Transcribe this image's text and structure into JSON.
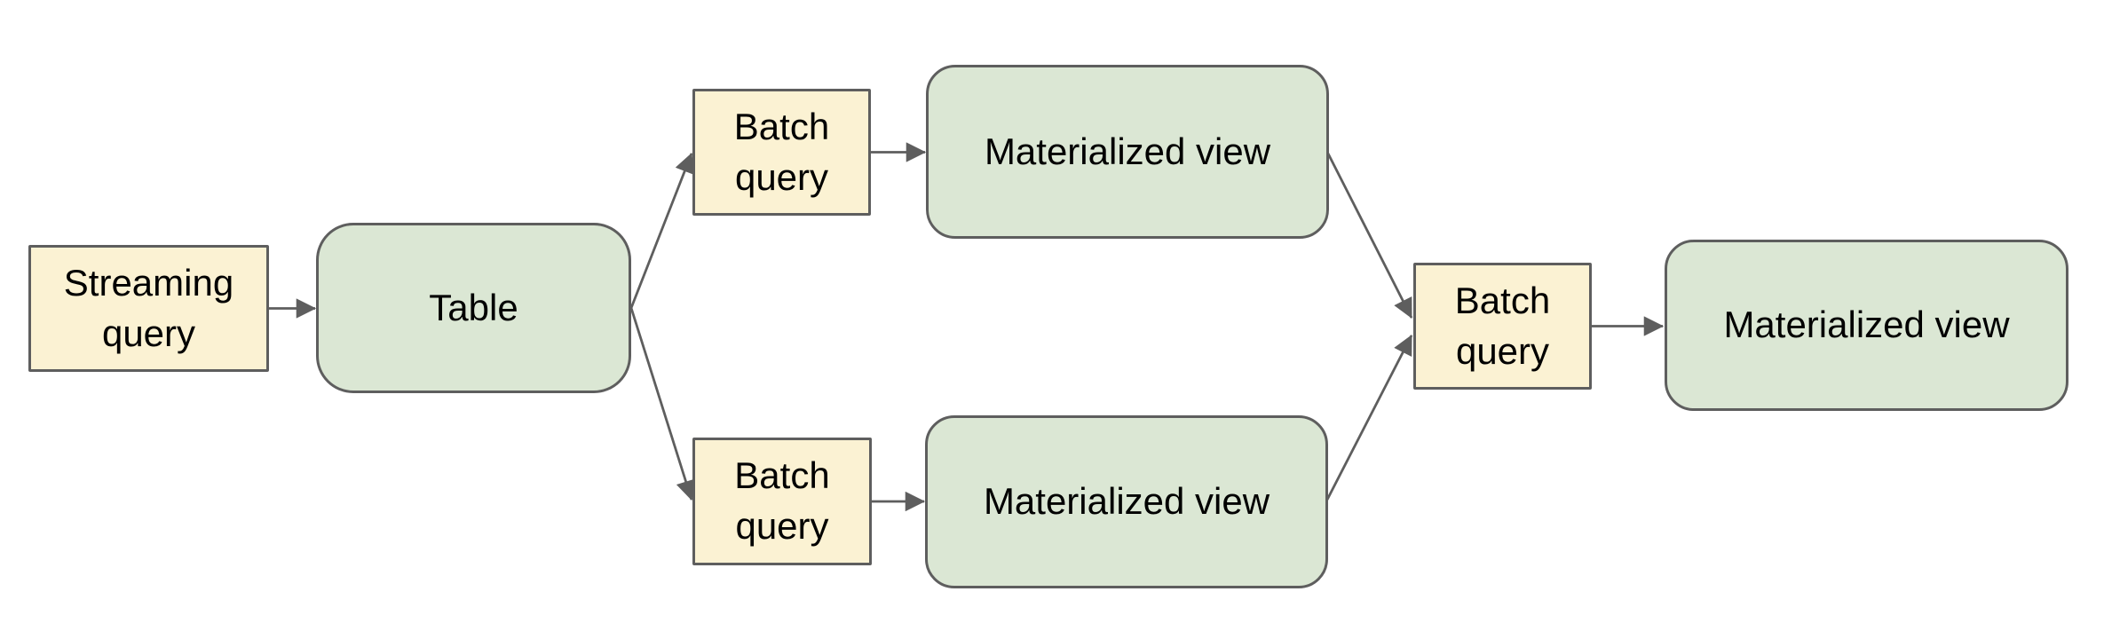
{
  "colors": {
    "background": "#ffffff",
    "query_fill": "#fbf2d3",
    "view_fill": "#dbe7d4",
    "shape_border": "#5e5e5e",
    "arrow": "#5e5e5e",
    "text": "#000000"
  },
  "diagram": {
    "nodes": [
      {
        "id": "streaming-query",
        "label": "Streaming query",
        "shape": "rectangle",
        "role": "query"
      },
      {
        "id": "table",
        "label": "Table",
        "shape": "rounded-rectangle",
        "role": "table"
      },
      {
        "id": "batch-query-top",
        "label": "Batch query",
        "shape": "rectangle",
        "role": "query"
      },
      {
        "id": "materialized-view-top",
        "label": "Materialized view",
        "shape": "rounded-rectangle",
        "role": "view"
      },
      {
        "id": "batch-query-bottom",
        "label": "Batch query",
        "shape": "rectangle",
        "role": "query"
      },
      {
        "id": "materialized-view-bottom",
        "label": "Materialized view",
        "shape": "rounded-rectangle",
        "role": "view"
      },
      {
        "id": "batch-query-center",
        "label": "Batch query",
        "shape": "rectangle",
        "role": "query"
      },
      {
        "id": "materialized-view-right",
        "label": "Materialized view",
        "shape": "rounded-rectangle",
        "role": "view"
      }
    ],
    "edges": [
      {
        "from": "streaming-query",
        "to": "table"
      },
      {
        "from": "table",
        "to": "batch-query-top"
      },
      {
        "from": "batch-query-top",
        "to": "materialized-view-top"
      },
      {
        "from": "materialized-view-top",
        "to": "batch-query-center"
      },
      {
        "from": "table",
        "to": "batch-query-bottom"
      },
      {
        "from": "batch-query-bottom",
        "to": "materialized-view-bottom"
      },
      {
        "from": "materialized-view-bottom",
        "to": "batch-query-center"
      },
      {
        "from": "batch-query-center",
        "to": "materialized-view-right"
      }
    ]
  }
}
